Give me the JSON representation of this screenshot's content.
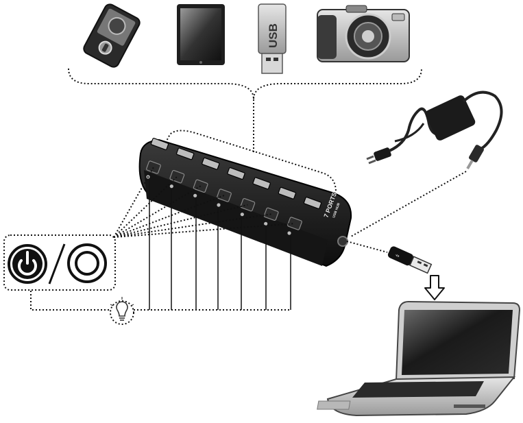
{
  "devices": [
    {
      "name": "mp3-player",
      "icon": "mp3-player-icon"
    },
    {
      "name": "tablet",
      "icon": "tablet-icon"
    },
    {
      "name": "usb-flash-drive",
      "icon": "usb-drive-icon",
      "label": "USB"
    },
    {
      "name": "camera",
      "icon": "camera-icon"
    }
  ],
  "hub": {
    "port_count": 7,
    "brand_label": "7 PORTS",
    "brand_sub": "USB HUB"
  },
  "power_switch": {
    "on_icon": "power-on-icon",
    "off_icon": "power-off-icon"
  },
  "indicator": {
    "icon": "light-bulb-icon"
  },
  "power_adapter": {
    "icon": "power-adapter-icon"
  },
  "usb_cable": {
    "icon": "usb-plug-icon"
  },
  "arrow": {
    "icon": "down-arrow-icon"
  },
  "computer": {
    "icon": "laptop-icon"
  },
  "colors": {
    "line": "#111111",
    "hub_body": "#1c1c1c",
    "port_gray": "#bdbdbd"
  }
}
